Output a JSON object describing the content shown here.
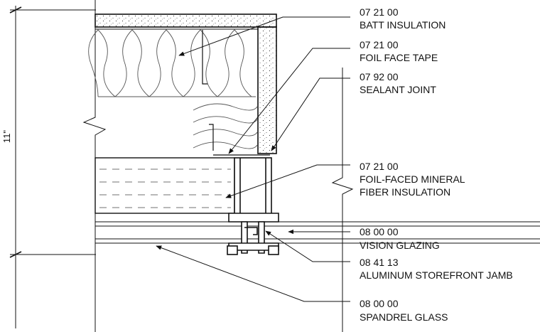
{
  "dimension": {
    "value": "11\""
  },
  "callouts": [
    {
      "code": "07 21 00",
      "name": "BATT INSULATION"
    },
    {
      "code": "07 21 00",
      "name": "FOIL FACE TAPE"
    },
    {
      "code": "07 92 00",
      "name": "SEALANT JOINT"
    },
    {
      "code": "07 21 00",
      "name": "FOIL-FACED MINERAL",
      "name2": "FIBER INSULATION"
    },
    {
      "code": "08 00 00",
      "name": "VISION GLAZING"
    },
    {
      "code": "08 41 13",
      "name": "ALUMINUM STOREFRONT JAMB"
    },
    {
      "code": "08 00 00",
      "name": "SPANDREL GLASS"
    }
  ]
}
